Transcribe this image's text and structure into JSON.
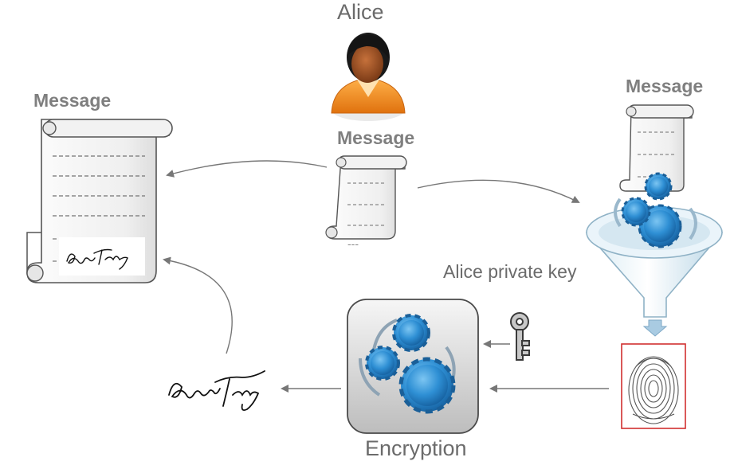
{
  "actor": {
    "name": "Alice",
    "icon": "person-avatar-icon"
  },
  "messages": {
    "signed_doc_label": "Message",
    "center_label": "Message",
    "right_label": "Message",
    "center_extra_line": "---"
  },
  "hash_function_icon": "funnel-gears-icon",
  "key_label": "Alice private key",
  "encryption_label": "Encryption",
  "signature_text": "Alice Faye",
  "colors": {
    "arrow": "#777777",
    "gear_blue": "#2e8fd4",
    "fingerprint_frame": "#d03030",
    "label_gray": "#7f7f7f"
  }
}
